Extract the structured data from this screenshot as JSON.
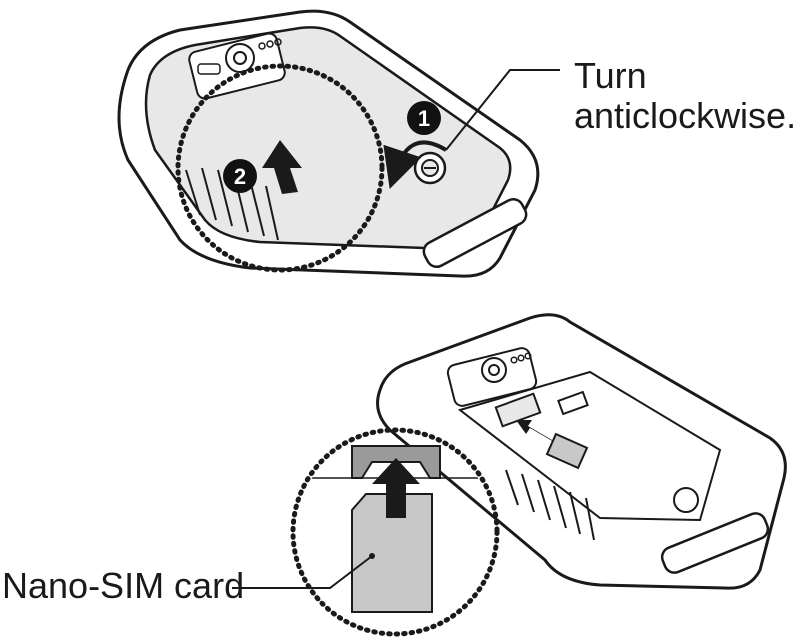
{
  "callouts": {
    "step_one": "1",
    "step_two": "2",
    "turn_line1": "Turn",
    "turn_line2": "anticlockwise.",
    "sim_card": "Nano-SIM card"
  },
  "colors": {
    "outline": "#1a1a1a",
    "cover_fill": "#e8e8e8",
    "card_fill": "#c8c8c8",
    "slot_fill": "#9a9a9a",
    "badge_fill": "#111111"
  }
}
